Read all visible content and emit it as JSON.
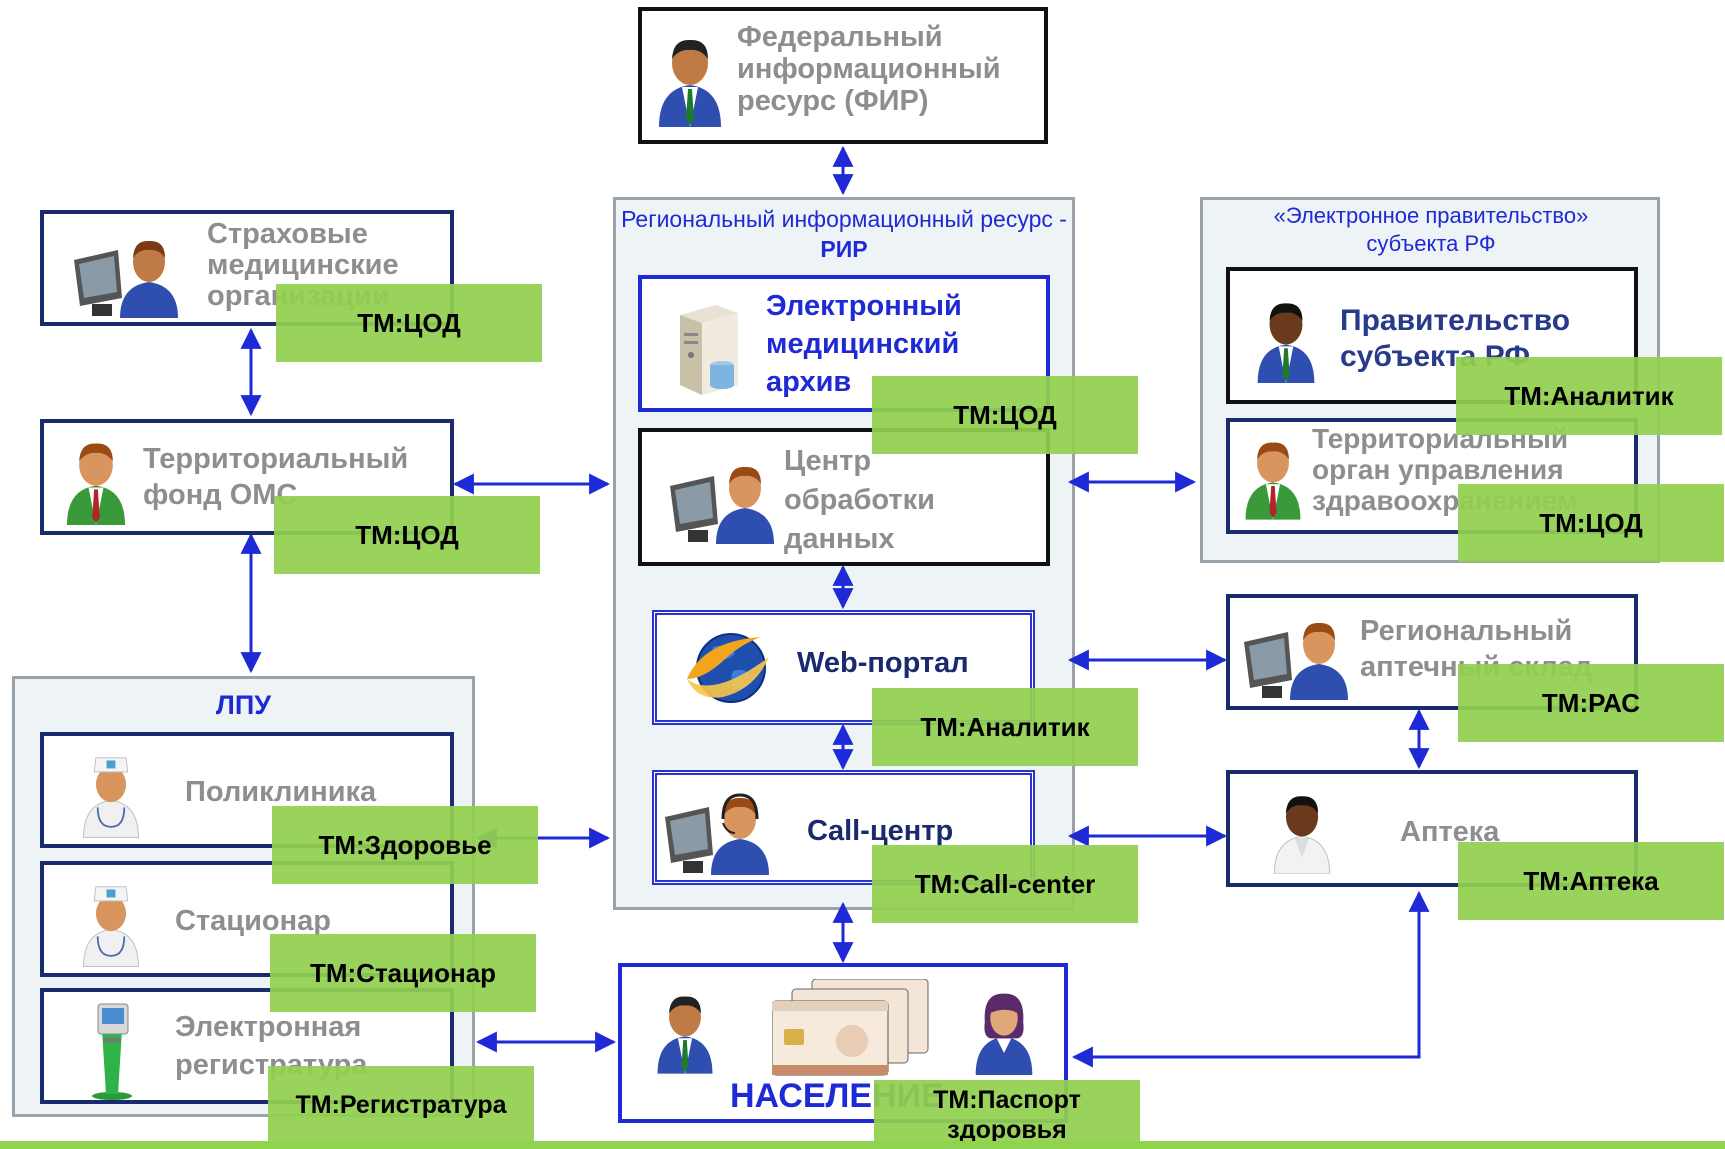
{
  "fir": {
    "label": "Федеральный информационный ресурс (ФИР)"
  },
  "smo": {
    "label": "Страховые медицинские организации",
    "tm": "ТМ:ЦОД"
  },
  "tfoms": {
    "label": "Территориальный фонд ОМС",
    "tm": "ТМ:ЦОД"
  },
  "rir": {
    "title_prefix": "Региональный информационный ресурс - ",
    "title_bold": "РИР",
    "ema": {
      "label": "Электронный медицинский архив",
      "tm": "ТМ:ЦОД"
    },
    "cod": {
      "label": "Центр обработки данных"
    },
    "web": {
      "label": "Web-портал",
      "tm": "ТМ:Аналитик"
    },
    "call": {
      "label": "Call-центр",
      "tm": "ТМ:Call-center"
    }
  },
  "egov": {
    "title": "«Электронное правительство» субъекта РФ",
    "government": {
      "label": "Правительство субъекта РФ",
      "tm": "ТМ:Аналитик"
    },
    "health_authority": {
      "label": "Территориальный орган управления здравоохранением",
      "tm": "ТМ:ЦОД"
    }
  },
  "warehouse": {
    "label": "Региональный аптечный склад",
    "tm": "ТМ:РАС"
  },
  "pharmacy": {
    "label": "Аптека",
    "tm": "ТМ:Аптека"
  },
  "lpu": {
    "title": "ЛПУ",
    "polyclinic": {
      "label": "Поликлиника",
      "tm": "ТМ:Здоровье"
    },
    "hospital": {
      "label": "Стационар",
      "tm": "ТМ:Стационар"
    },
    "registry": {
      "label": "Электронная регистратура",
      "tm": "ТМ:Регистратура"
    }
  },
  "population": {
    "label": "НАСЕЛЕНИЕ",
    "tm": "ТМ:Паспорт здоровья"
  },
  "colors": {
    "arrow": "#1e2ad6",
    "tm_bg": "#92d050",
    "group_bg": "#eef3f5"
  }
}
